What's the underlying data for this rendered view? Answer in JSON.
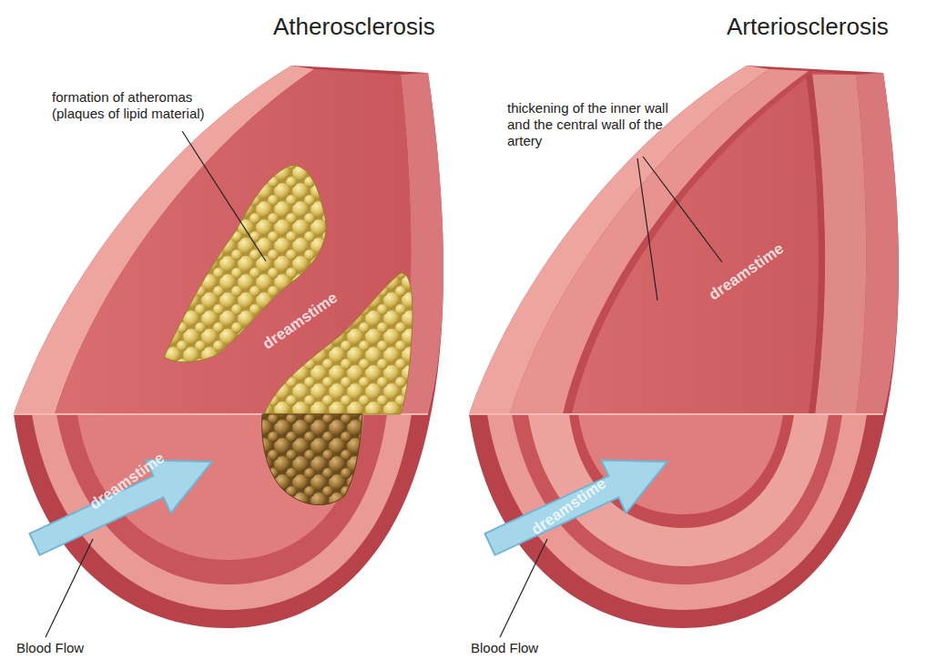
{
  "diagram": {
    "labels": [
      "Atherosclerosis",
      "formation of atheromas (plaques of lipid material)",
      "Blood Flow",
      "Arteriosclerosis",
      "thickening of the inner wall and the central wall of the artery",
      "Blood Flow",
      "dreamstime",
      "dreamstime",
      "dreamstime",
      "dreamstime"
    ]
  }
}
